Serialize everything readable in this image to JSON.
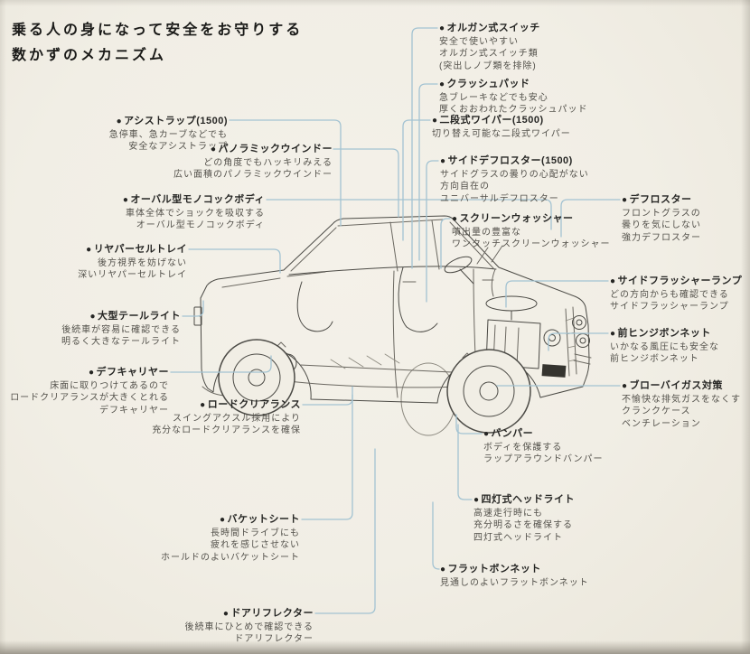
{
  "page": {
    "title_lines": [
      "乗る人の身になって安全をお守りする",
      "数かずのメカニズム"
    ],
    "bullet": "●"
  },
  "colors": {
    "paper": "#f1eee5",
    "connector_line": "#a3c3d2",
    "heading_ink": "#1b1b19",
    "label_ink": "#262624",
    "desc_ink": "#53514b"
  },
  "callouts": [
    {
      "key": "organ-switch",
      "title": "オルガン式スイッチ",
      "desc": [
        "安全で使いやすい",
        "オルガン式スイッチ類",
        "(突出しノブ類を排除)"
      ]
    },
    {
      "key": "crash-pad",
      "title": "クラッシュパッド",
      "desc": [
        "急ブレーキなどでも安心",
        "厚くおおわれたクラッシュパッド"
      ]
    },
    {
      "key": "two-stage-wiper",
      "title": "二段式ワイパー(1500)",
      "desc": [
        "切り替え可能な二段式ワイパー"
      ]
    },
    {
      "key": "side-defroster",
      "title": "サイドデフロスター(1500)",
      "desc": [
        "サイドグラスの曇りの心配がない",
        "方向自在の",
        "ユニバーサルデフロスター"
      ]
    },
    {
      "key": "screen-washer",
      "title": "スクリーンウォッシャー",
      "desc": [
        "噴出量の豊富な",
        "ワンタッチスクリーンウォッシャー"
      ]
    },
    {
      "key": "defroster",
      "title": "デフロスター",
      "desc": [
        "フロントグラスの",
        "曇りを気にしない",
        "強力デフロスター"
      ]
    },
    {
      "key": "side-flasher-lamp",
      "title": "サイドフラッシャーランプ",
      "desc": [
        "どの方向からも確認できる",
        "サイドフラッシャーランプ"
      ]
    },
    {
      "key": "front-hinge-bonnet",
      "title": "前ヒンジボンネット",
      "desc": [
        "いかなる風圧にも安全な",
        "前ヒンジボンネット"
      ]
    },
    {
      "key": "blow-by-gas",
      "title": "ブローバイガス対策",
      "desc": [
        "不愉快な排気ガスをなくす",
        "クランクケース",
        "ベンチレーション"
      ]
    },
    {
      "key": "bumper",
      "title": "バンパー",
      "desc": [
        "ボディを保護する",
        "ラップアラウンドバンパー"
      ]
    },
    {
      "key": "four-lamp-headlight",
      "title": "四灯式ヘッドライト",
      "desc": [
        "高速走行時にも",
        "充分明るさを確保する",
        "四灯式ヘッドライト"
      ]
    },
    {
      "key": "flat-bonnet",
      "title": "フラットボンネット",
      "desc": [
        "見通しのよいフラットボンネット"
      ]
    },
    {
      "key": "assist-strap",
      "title": "アシストラップ(1500)",
      "desc": [
        "急停車、急カーブなどでも",
        "安全なアシストラップ"
      ]
    },
    {
      "key": "panoramic-window",
      "title": "パノラミックウインドー",
      "desc": [
        "どの角度でもハッキリみえる",
        "広い面積のパノラミックウインドー"
      ]
    },
    {
      "key": "oval-monocoque-body",
      "title": "オーバル型モノコックボディ",
      "desc": [
        "車体全体でショックを吸収する",
        "オーバル型モノコックボディ"
      ]
    },
    {
      "key": "rear-parcel-tray",
      "title": "リヤパーセルトレイ",
      "desc": [
        "後方視界を妨げない",
        "深いリヤパーセルトレイ"
      ]
    },
    {
      "key": "large-tail-light",
      "title": "大型テールライト",
      "desc": [
        "後続車が容易に確認できる",
        "明るく大きなテールライト"
      ]
    },
    {
      "key": "diff-carrier",
      "title": "デフキャリヤー",
      "desc": [
        "床面に取りつけてあるので",
        "ロードクリアランスが大きくとれる",
        "デフキャリヤー"
      ]
    },
    {
      "key": "road-clearance",
      "title": "ロードクリアランス",
      "desc": [
        "スイングアクスル採用により",
        "充分なロードクリアランスを確保"
      ]
    },
    {
      "key": "bucket-seat",
      "title": "バケットシート",
      "desc": [
        "長時間ドライブにも",
        "疲れを感じさせない",
        "ホールドのよいバケットシート"
      ]
    },
    {
      "key": "door-reflector",
      "title": "ドアリフレクター",
      "desc": [
        "後続車にひとめで確認できる",
        "ドアリフレクター"
      ]
    }
  ]
}
